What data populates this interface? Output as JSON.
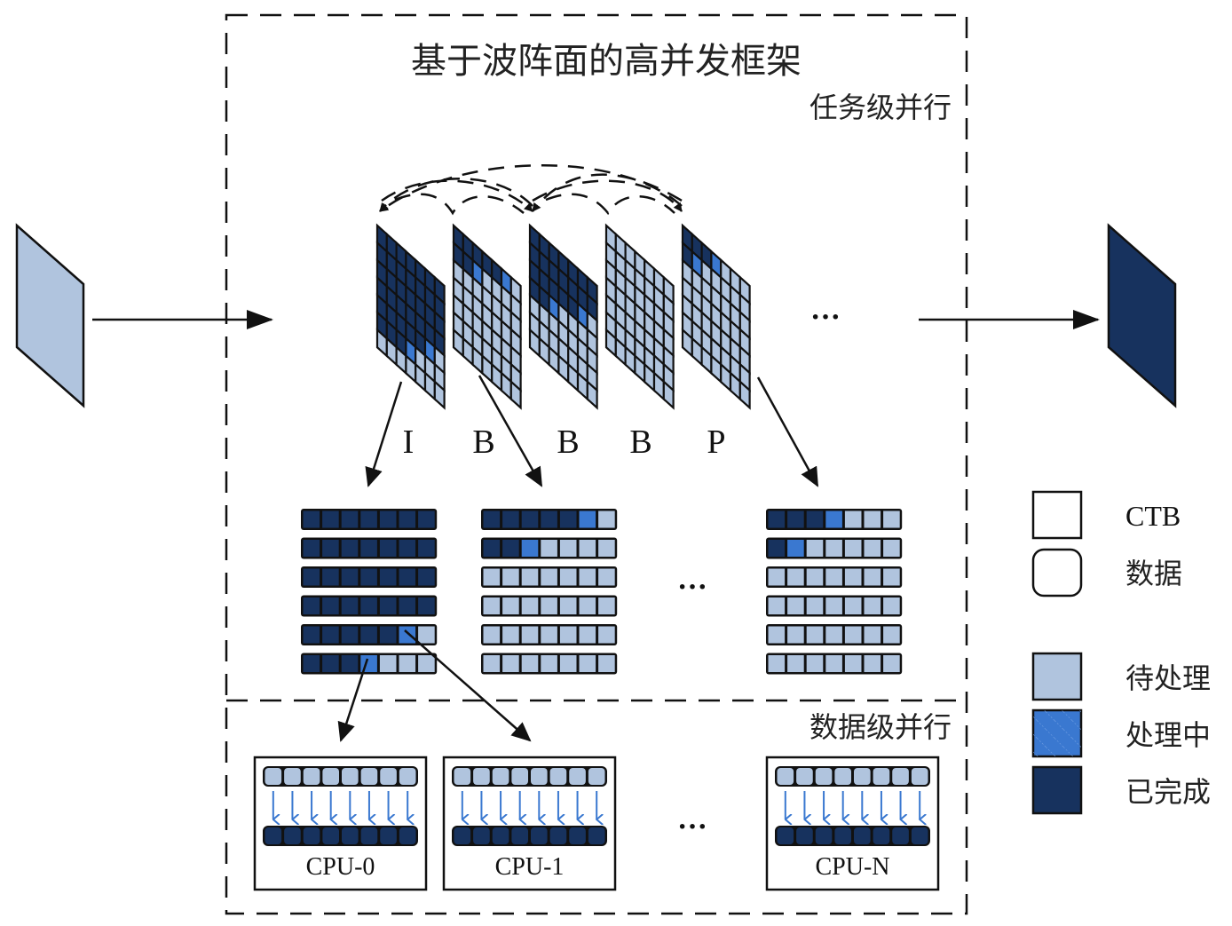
{
  "title": "基于波阵面的高并发框架",
  "task_level_label": "任务级并行",
  "data_level_label": "数据级并行",
  "colors": {
    "pending": "#b0c4de",
    "processing": "#3a78d0",
    "done": "#17325e",
    "stroke": "#111111"
  },
  "input_frame": {
    "state": "pending"
  },
  "output_frame": {
    "state": "done"
  },
  "ellipsis": "···",
  "frames": [
    {
      "type": "I",
      "grid": [
        "DDDDDDD",
        "DDDDDDD",
        "DDDDDDD",
        "DDDDDDD",
        "DDDDDPU",
        "DDDPUUU",
        "UUUUUUU"
      ]
    },
    {
      "type": "B",
      "grid": [
        "DDDDDPU",
        "DDPUUUU",
        "UUUUUUU",
        "UUUUUUU",
        "UUUUUUU",
        "UUUUUUU",
        "UUUUUUU"
      ]
    },
    {
      "type": "B",
      "grid": [
        "DDDDDDD",
        "DDDDDDD",
        "DDDDDPU",
        "DDPUUUU",
        "UUUUUUU",
        "UUUUUUU",
        "UUUUUUU"
      ]
    },
    {
      "type": "B",
      "grid": [
        "UUUUUUU",
        "UUUUUUU",
        "UUUUUUU",
        "UUUUUUU",
        "UUUUUUU",
        "UUUUUUU",
        "UUUUUUU"
      ]
    },
    {
      "type": "P",
      "grid": [
        "DDDPUUU",
        "DPUUUUU",
        "UUUUUUU",
        "UUUUUUU",
        "UUUUUUU",
        "UUUUUUU",
        "UUUUUUU"
      ]
    }
  ],
  "row_groups": [
    {
      "frame": "I",
      "rows": [
        "DDDDDDD",
        "DDDDDDD",
        "DDDDDDD",
        "DDDDDDD",
        "DDDDDPU",
        "DDDPUUU"
      ]
    },
    {
      "frame": "B",
      "rows": [
        "DDDDDPU",
        "DDPUUUU",
        "UUUUUUU",
        "UUUUUUU",
        "UUUUUUU",
        "UUUUUUU"
      ]
    },
    {
      "frame": "P",
      "rows": [
        "DDDPUUU",
        "DPUUUUU",
        "UUUUUUU",
        "UUUUUUU",
        "UUUUUUU",
        "UUUUUUU"
      ]
    }
  ],
  "cpus": [
    {
      "label": "CPU-0",
      "lanes": 8
    },
    {
      "label": "CPU-1",
      "lanes": 8
    },
    {
      "label": "CPU-N",
      "lanes": 8
    }
  ],
  "legend": {
    "shape_items": [
      {
        "shape": "square",
        "label": "CTB"
      },
      {
        "shape": "rounded",
        "label": "数据"
      }
    ],
    "state_items": [
      {
        "state": "pending",
        "label": "待处理"
      },
      {
        "state": "processing",
        "label": "处理中"
      },
      {
        "state": "done",
        "label": "已完成"
      }
    ]
  }
}
